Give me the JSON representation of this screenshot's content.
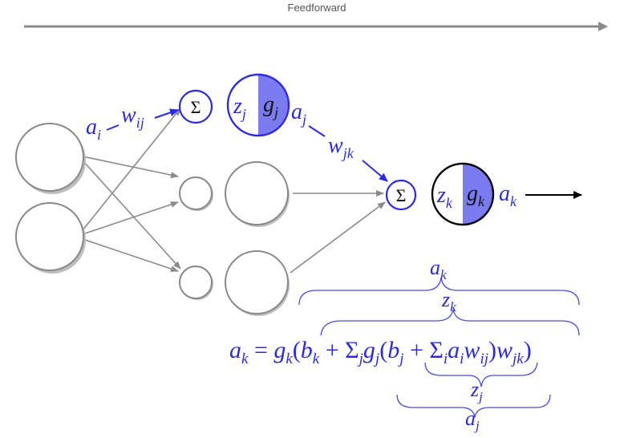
{
  "header": {
    "caption": "Feedforward"
  },
  "labels": {
    "sum_symbol": "Σ",
    "a_i": "a",
    "a_i_sub": "i",
    "w_ij": "w",
    "w_ij_sub": "ij",
    "z_j": "z",
    "z_j_sub": "j",
    "g_j": "g",
    "g_j_sub": "j",
    "a_j": "a",
    "a_j_sub": "j",
    "w_jk": "w",
    "w_jk_sub": "jk",
    "z_k": "z",
    "z_k_sub": "k",
    "g_k": "g",
    "g_k_sub": "k",
    "a_k": "a",
    "a_k_sub": "k"
  },
  "equation": {
    "lhs": "a",
    "lhs_sub": "k",
    "eq": " = ",
    "g": "g",
    "g_sub": "k",
    "p1": "(",
    "b1": "b",
    "b1_sub": "k",
    "plus1": " + Σ",
    "sum1_sub": "j",
    "g2": "g",
    "g2_sub": "j",
    "p2": "(",
    "b2": "b",
    "b2_sub": "j",
    "plus2": " + Σ",
    "sum2_sub": "i",
    "a": "a",
    "a_sub": "i",
    "w1": "w",
    "w1_sub": "ij",
    "p3": ")",
    "w2": "w",
    "w2_sub": "jk",
    "p4": ")"
  },
  "braces": {
    "top_outer": "a",
    "top_outer_sub": "k",
    "top_inner": "z",
    "top_inner_sub": "k",
    "bottom_inner": "z",
    "bottom_inner_sub": "j",
    "bottom_outer": "a",
    "bottom_outer_sub": "j"
  },
  "colors": {
    "highlight_blue": "#2a2ae6",
    "activation_fill": "#7b7bf0",
    "neuron_stroke": "#888888",
    "connection": "#8a8a8a"
  }
}
